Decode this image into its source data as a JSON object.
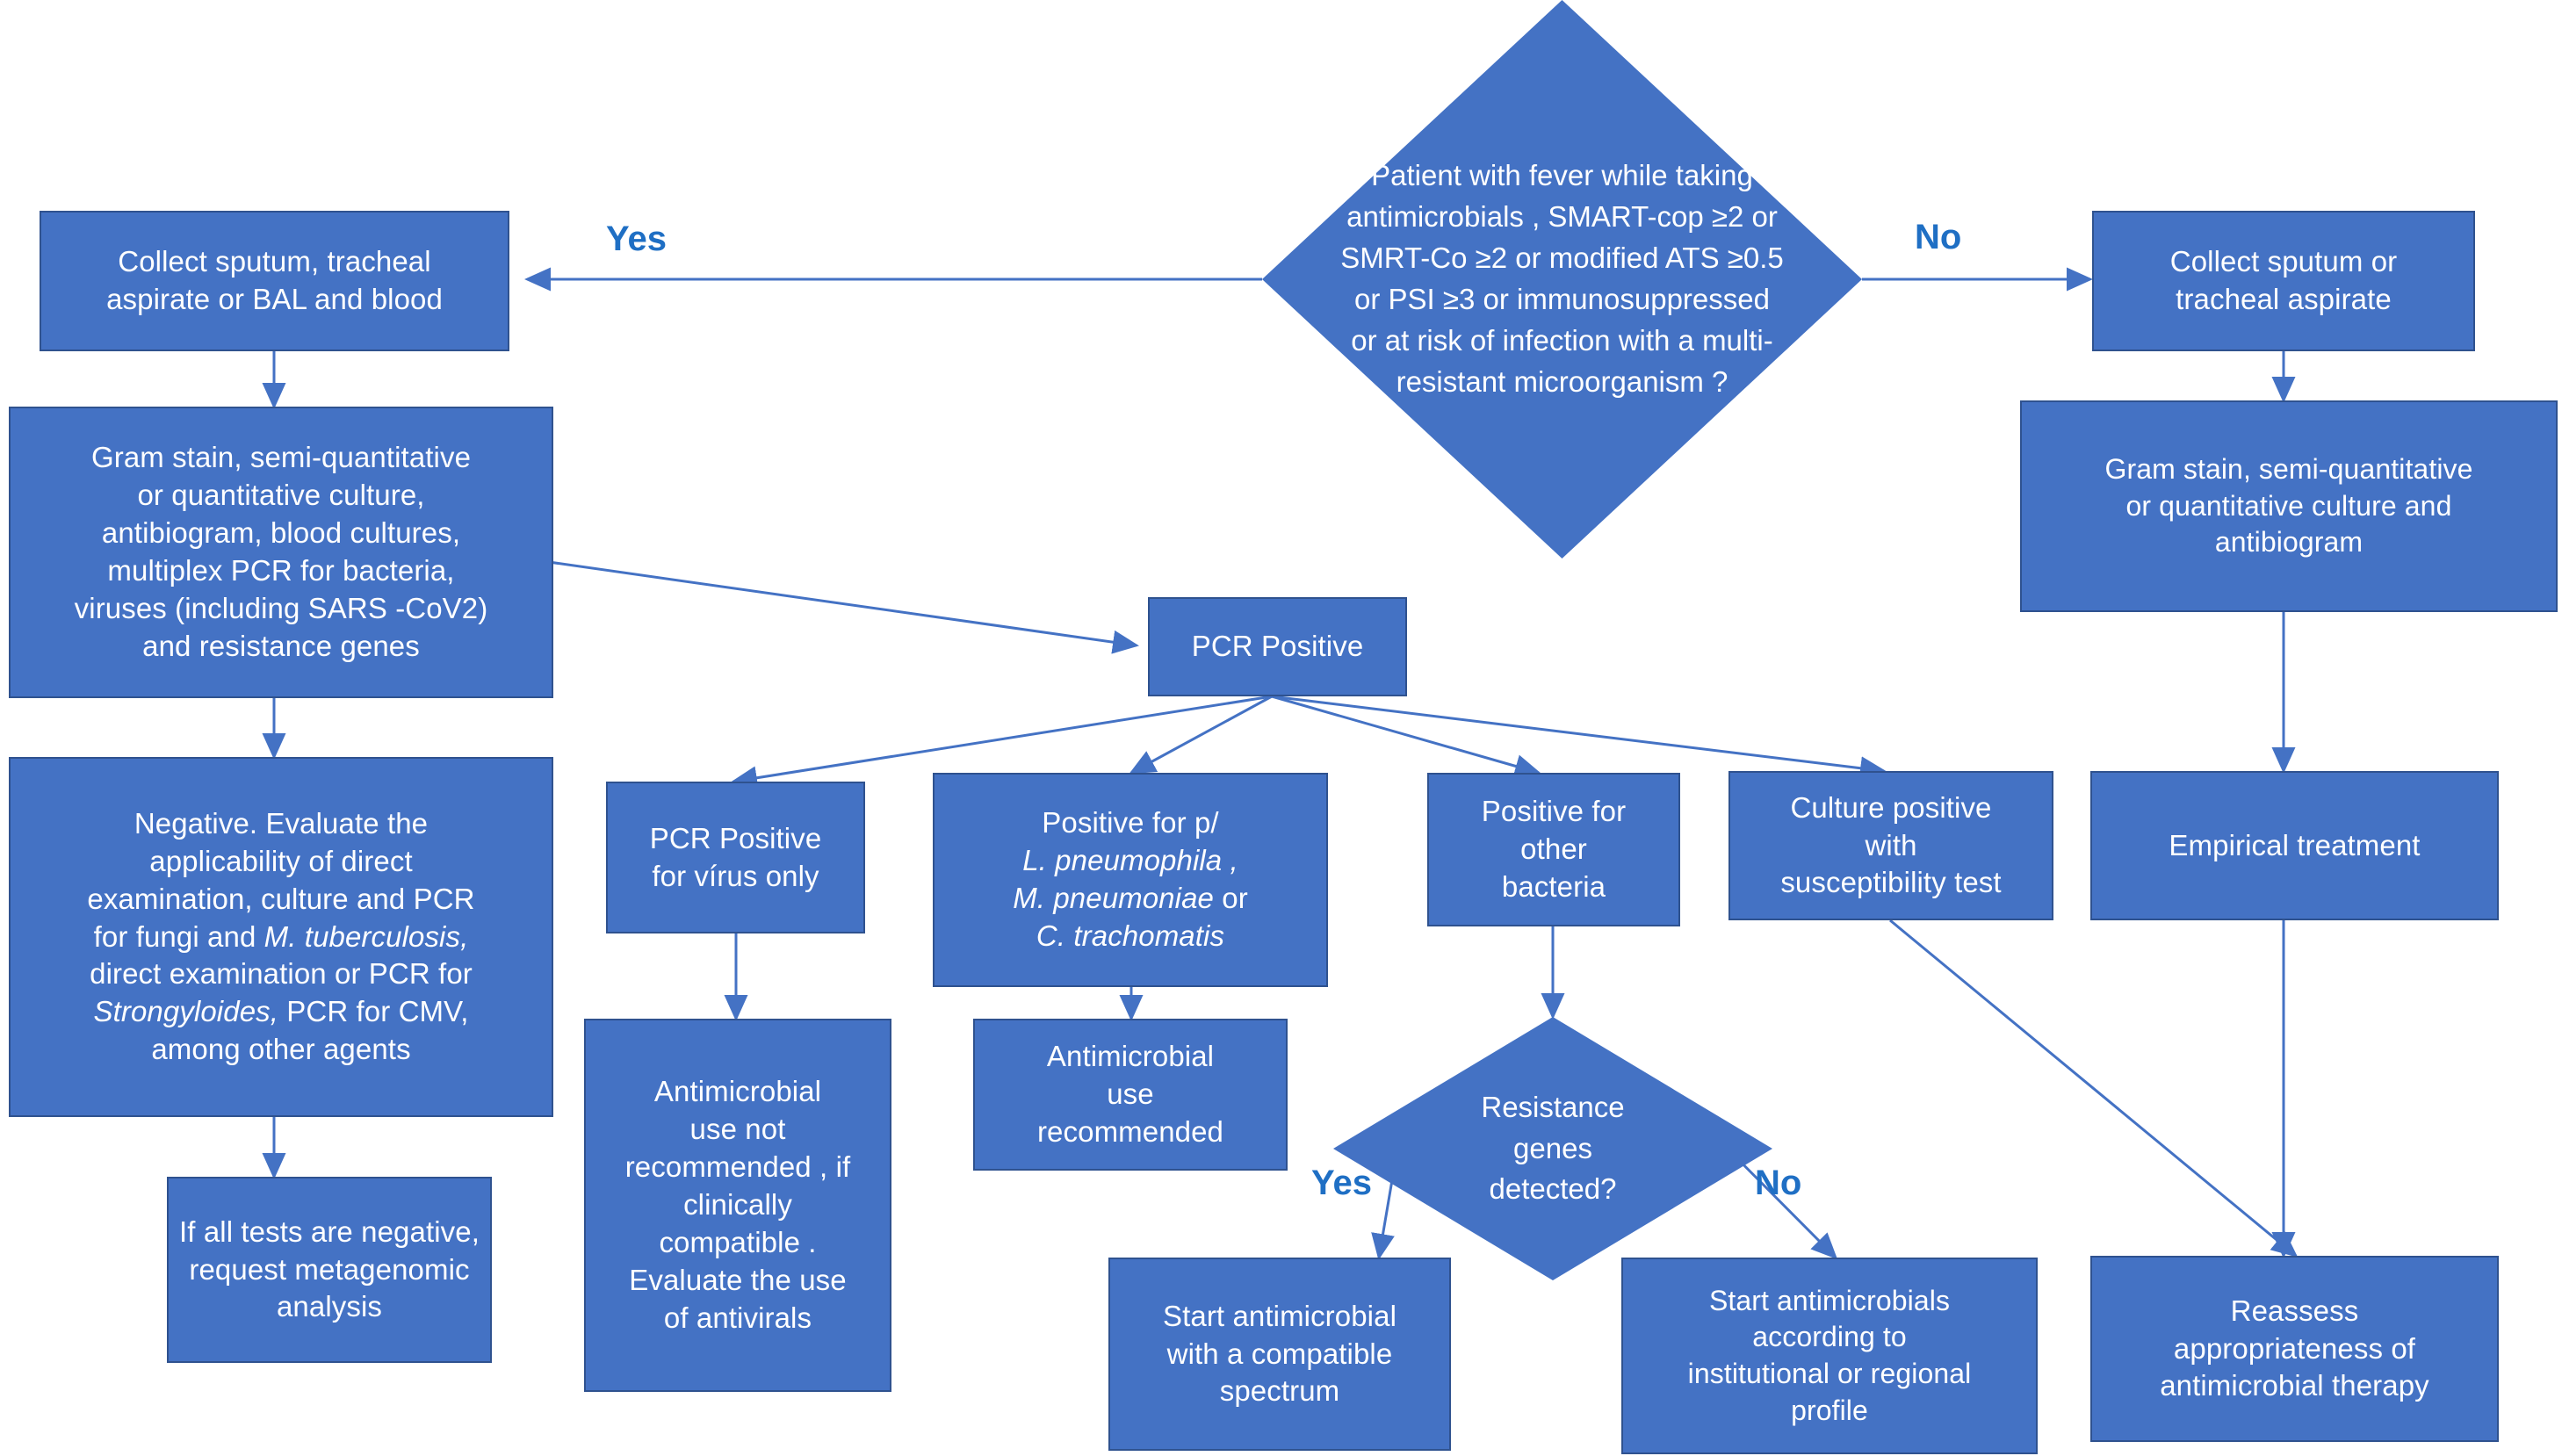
{
  "diagram": {
    "title": "Diagnostic flowchart for pneumonia microbiological workup",
    "colors": {
      "node_fill": "#4472C4",
      "node_border": "#2F528F",
      "node_text": "#FFFFFF",
      "connector": "#4472C4",
      "edge_label_text": "#1F6FC4",
      "background": "#FFFFFF"
    },
    "edge_labels": [
      {
        "id": "yes-top",
        "text": "Yes"
      },
      {
        "id": "no-top",
        "text": "No"
      },
      {
        "id": "yes-resistance",
        "text": "Yes"
      },
      {
        "id": "no-resistance",
        "text": "No"
      }
    ],
    "nodes": [
      {
        "id": "root-decision",
        "shape": "diamond",
        "lines": [
          "Patient with fever while taking",
          "antimicrobials , SMART-cop ≥2 or",
          "SMRT-Co ≥2 or modified ATS ≥0.5",
          "or PSI ≥3 or immunosuppressed",
          "or at risk of infection with a multi-",
          "resistant microorganism ?"
        ]
      },
      {
        "id": "collect-left",
        "shape": "rect",
        "lines": [
          "Collect sputum, tracheal",
          "aspirate or BAL and blood"
        ]
      },
      {
        "id": "gram-left",
        "shape": "rect",
        "lines": [
          "Gram stain, semi-quantitative",
          "or quantitative culture,",
          "antibiogram, blood cultures,",
          "multiplex PCR for bacteria,",
          "viruses (including SARS -CoV2)",
          "and resistance genes"
        ]
      },
      {
        "id": "negative-evaluate",
        "shape": "rect",
        "lines": [
          "Negative. Evaluate the",
          "applicability of direct",
          "examination, culture and PCR",
          "for fungi and <em>M. tuberculosis,</em>",
          "direct examination or PCR for",
          "<em>Strongyloides,</em> PCR for CMV,",
          "among other agents"
        ]
      },
      {
        "id": "metagenomic",
        "shape": "rect",
        "lines": [
          "If all tests are negative,",
          "request metagenomic",
          "analysis"
        ]
      },
      {
        "id": "pcr-positive",
        "shape": "rect",
        "lines": [
          "PCR Positive"
        ]
      },
      {
        "id": "pcr-virus-only",
        "shape": "rect",
        "lines": [
          "PCR Positive",
          "for vírus only"
        ]
      },
      {
        "id": "positive-atypicals",
        "shape": "rect",
        "lines": [
          "Positive for p/",
          "<em>L. pneumophila ,</em>",
          "<em>M. pneumoniae</em> or",
          "<em>C. trachomatis</em>"
        ]
      },
      {
        "id": "positive-other-bacteria",
        "shape": "rect",
        "lines": [
          "Positive for",
          "other",
          "bacteria"
        ]
      },
      {
        "id": "culture-positive",
        "shape": "rect",
        "lines": [
          "Culture positive",
          "with",
          "susceptibility test"
        ]
      },
      {
        "id": "antimicrobial-not-recommended",
        "shape": "rect",
        "lines": [
          "Antimicrobial",
          "use not",
          "recommended , if",
          "clinically",
          "compatible .",
          "Evaluate the use",
          "of antivirals"
        ]
      },
      {
        "id": "antimicrobial-recommended",
        "shape": "rect",
        "lines": [
          "Antimicrobial",
          "use",
          "recommended"
        ]
      },
      {
        "id": "resistance-decision",
        "shape": "diamond",
        "lines": [
          "Resistance",
          "genes",
          "detected?"
        ]
      },
      {
        "id": "start-compatible-spectrum",
        "shape": "rect",
        "lines": [
          "Start antimicrobial",
          "with a compatible",
          "spectrum"
        ]
      },
      {
        "id": "start-institutional-profile",
        "shape": "rect",
        "lines": [
          "Start antimicrobials",
          "according to",
          "institutional or regional",
          "profile"
        ]
      },
      {
        "id": "collect-right",
        "shape": "rect",
        "lines": [
          "Collect sputum or",
          "tracheal aspirate"
        ]
      },
      {
        "id": "gram-right",
        "shape": "rect",
        "lines": [
          "Gram stain, semi-quantitative",
          "or quantitative culture and",
          "antibiogram"
        ]
      },
      {
        "id": "empirical-treatment",
        "shape": "rect",
        "lines": [
          "Empirical treatment"
        ]
      },
      {
        "id": "reassess",
        "shape": "rect",
        "lines": [
          "Reassess",
          "appropriateness of",
          "antimicrobial therapy"
        ]
      }
    ]
  }
}
